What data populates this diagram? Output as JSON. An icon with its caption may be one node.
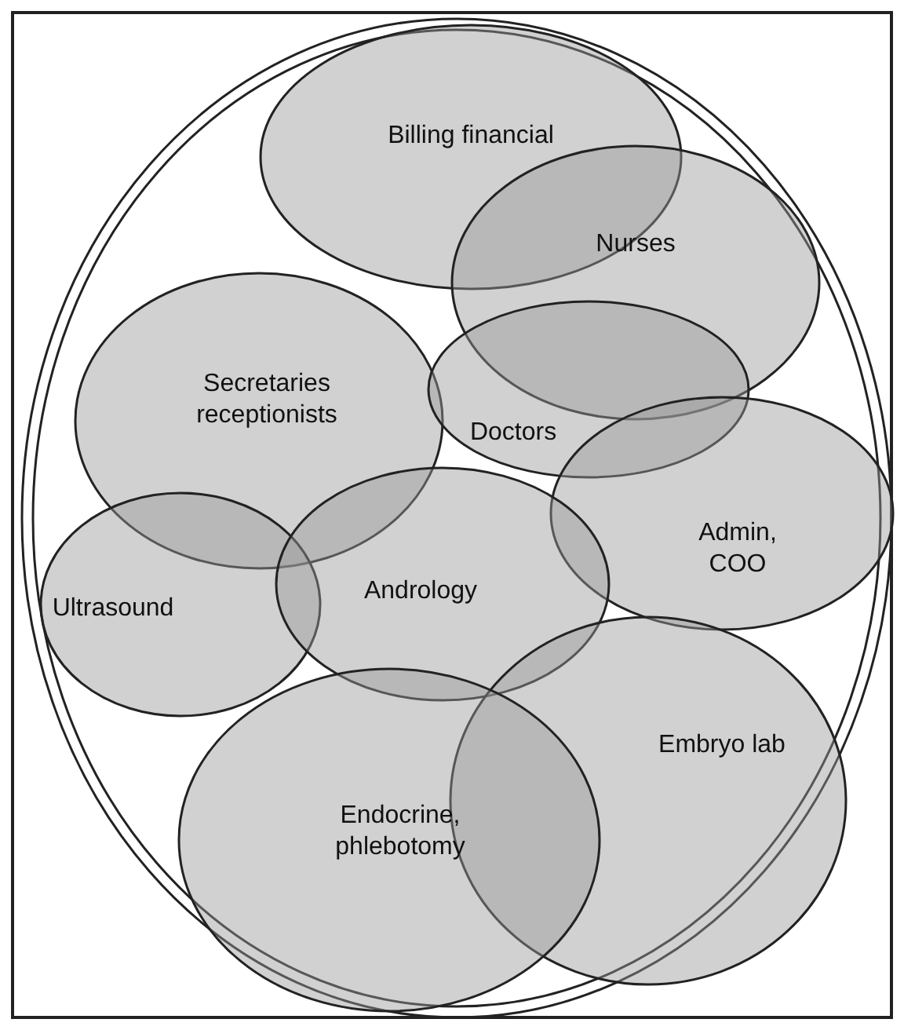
{
  "diagram": {
    "nodes": [
      {
        "text": [
          "Billing financial"
        ]
      },
      {
        "text": [
          "Nurses"
        ]
      },
      {
        "text": [
          "Secretaries receptionists"
        ]
      },
      {
        "text": [
          "Doctors"
        ]
      },
      {
        "text": [
          "Admin, COO"
        ]
      },
      {
        "text": [
          "Ultrasound"
        ]
      },
      {
        "text": [
          "Andrology"
        ]
      },
      {
        "text": [
          "Embryo lab"
        ]
      },
      {
        "text": [
          "Endocrine, phlebotomy"
        ]
      }
    ]
  }
}
